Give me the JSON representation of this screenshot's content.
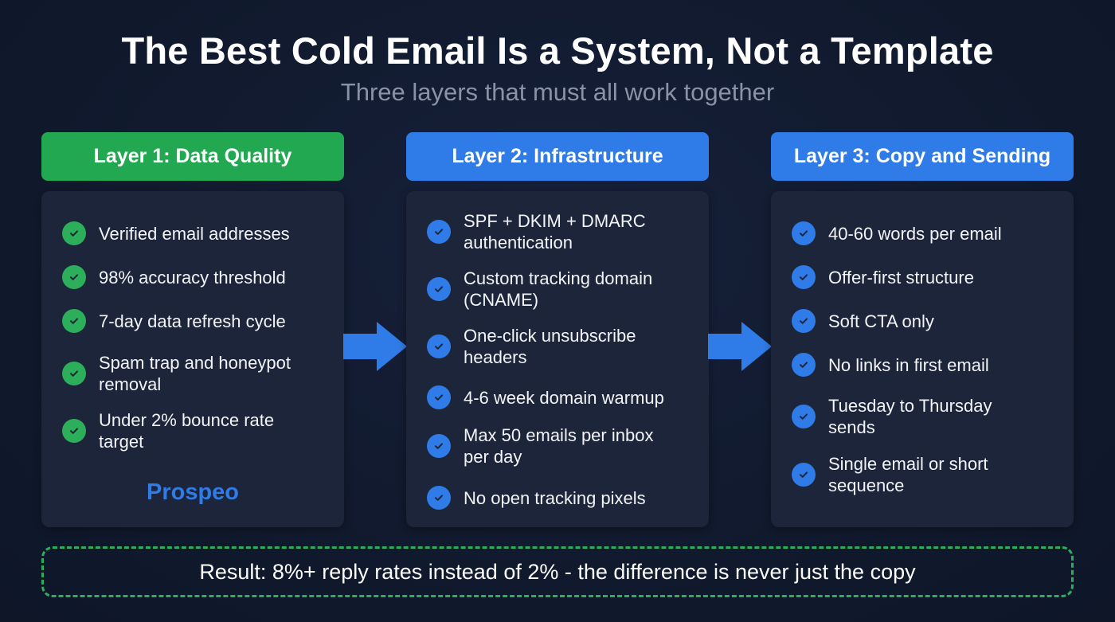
{
  "title": "The Best Cold Email Is a System, Not a Template",
  "subtitle": "Three layers that must all work together",
  "colors": {
    "background": "#111a2e",
    "card": "#1c2539",
    "green": "#22a851",
    "blue": "#2f7be8",
    "subtitle": "#8a93a6"
  },
  "layers": [
    {
      "label": "Layer 1: Data Quality",
      "color": "green",
      "items": [
        "Verified email addresses",
        "98% accuracy threshold",
        "7-day data refresh cycle",
        "Spam trap and honeypot removal",
        "Under 2% bounce rate target"
      ],
      "brand": "Prospeo"
    },
    {
      "label": "Layer 2: Infrastructure",
      "color": "blue",
      "items": [
        "SPF + DKIM + DMARC authentication",
        "Custom tracking domain (CNAME)",
        "One-click unsubscribe headers",
        "4-6 week domain warmup",
        "Max 50 emails per inbox per day",
        "No open tracking pixels"
      ]
    },
    {
      "label": "Layer 3: Copy and Sending",
      "color": "blue",
      "items": [
        "40-60 words per email",
        "Offer-first structure",
        "Soft CTA only",
        "No links in first email",
        "Tuesday to Thursday sends",
        "Single email or short sequence"
      ]
    }
  ],
  "icons": {
    "check": "check-circle-icon",
    "arrow": "arrow-right-icon"
  },
  "result": "Result: 8%+ reply rates instead of 2% - the difference is never just the copy"
}
